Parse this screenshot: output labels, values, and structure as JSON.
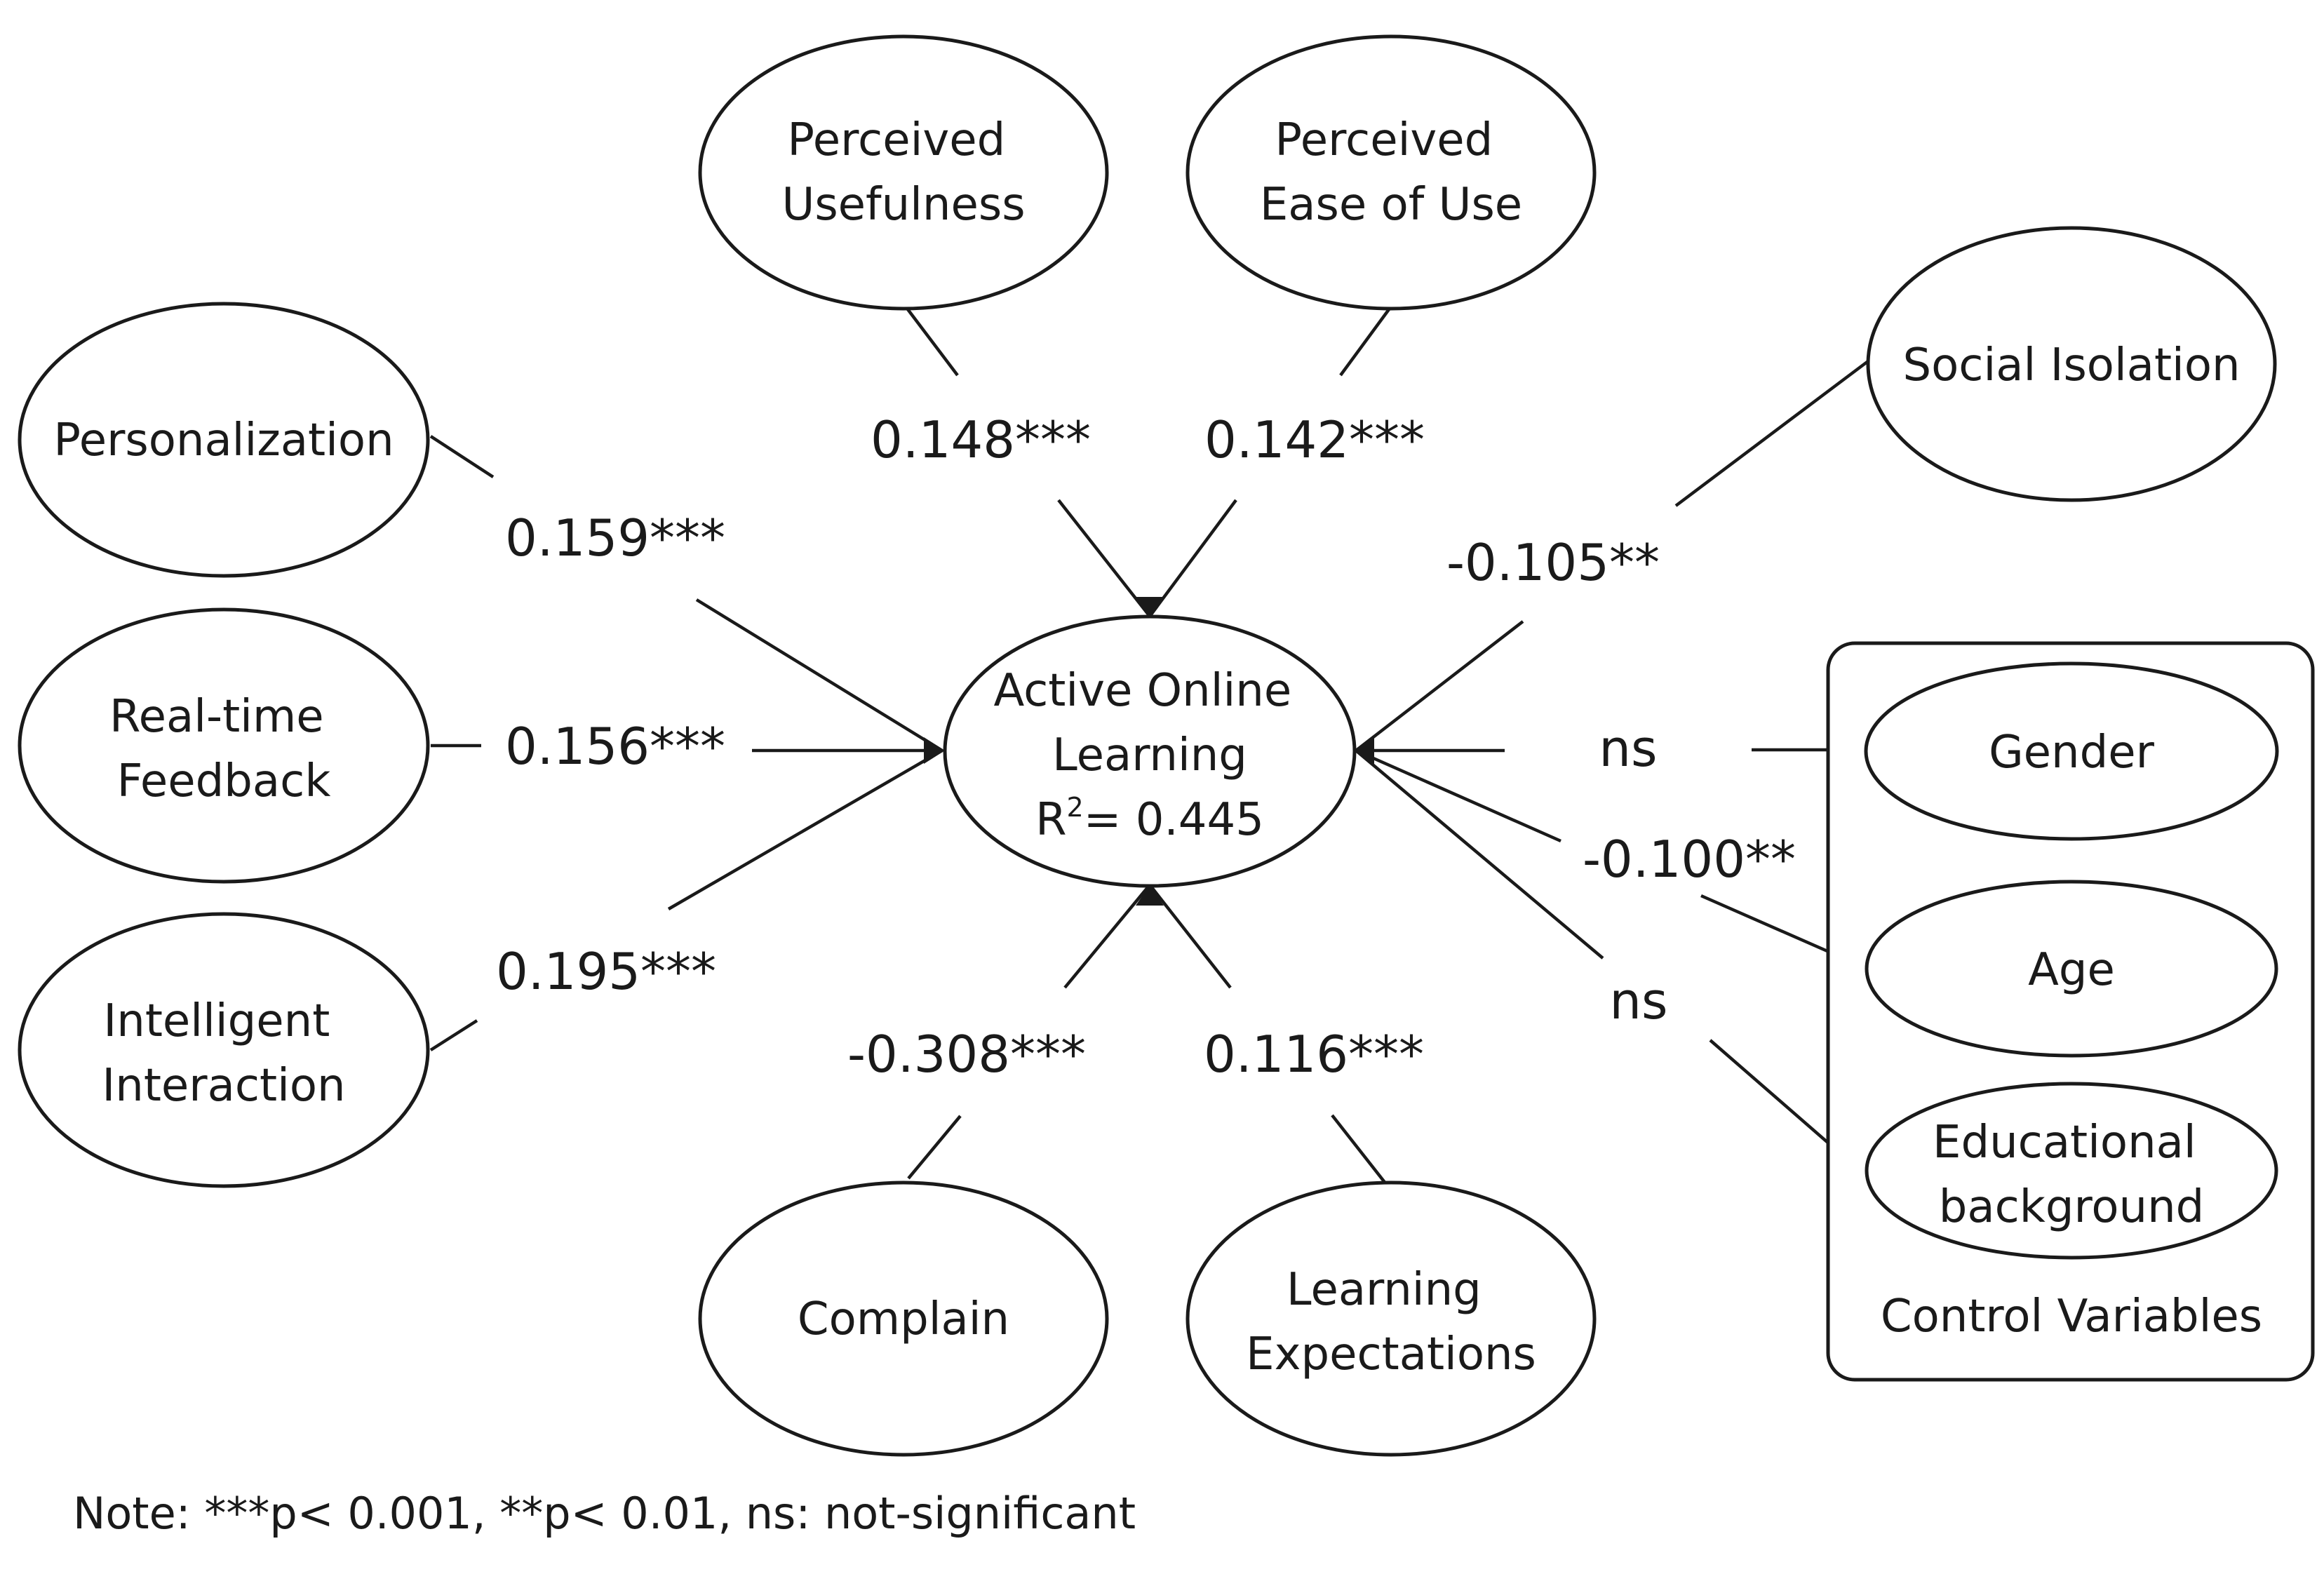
{
  "constructs": {
    "perceived_usefulness": [
      "Perceived",
      "Usefulness"
    ],
    "perceived_ease_of_use": [
      "Perceived",
      "Ease of Use"
    ],
    "personalization": [
      "Personalization"
    ],
    "realtime_feedback": [
      "Real-time",
      "Feedback"
    ],
    "intelligent_interaction": [
      "Intelligent",
      "Interaction"
    ],
    "social_isolation": [
      "Social Isolation"
    ],
    "complain": [
      "Complain"
    ],
    "learning_expectations": [
      "Learning",
      "Expectations"
    ],
    "active_online_learning": [
      "Active Online",
      "Learning"
    ],
    "gender": [
      "Gender"
    ],
    "age": [
      "Age"
    ],
    "educational_background": [
      "Educational",
      "background"
    ]
  },
  "r2": {
    "prefix": "R",
    "sup": "2",
    "text": "= 0.445"
  },
  "control_variables_label": "Control Variables",
  "paths": {
    "perceived_usefulness": "0.148***",
    "perceived_ease_of_use": "0.142***",
    "personalization": "0.159***",
    "realtime_feedback": "0.156***",
    "intelligent_interaction": "0.195***",
    "social_isolation": "-0.105**",
    "gender": "ns",
    "age": "-0.100**",
    "educational_background": "ns",
    "complain": "-0.308***",
    "learning_expectations": "0.116***"
  },
  "note": "Note: ***p< 0.001, **p< 0.01, ns: not-significant"
}
